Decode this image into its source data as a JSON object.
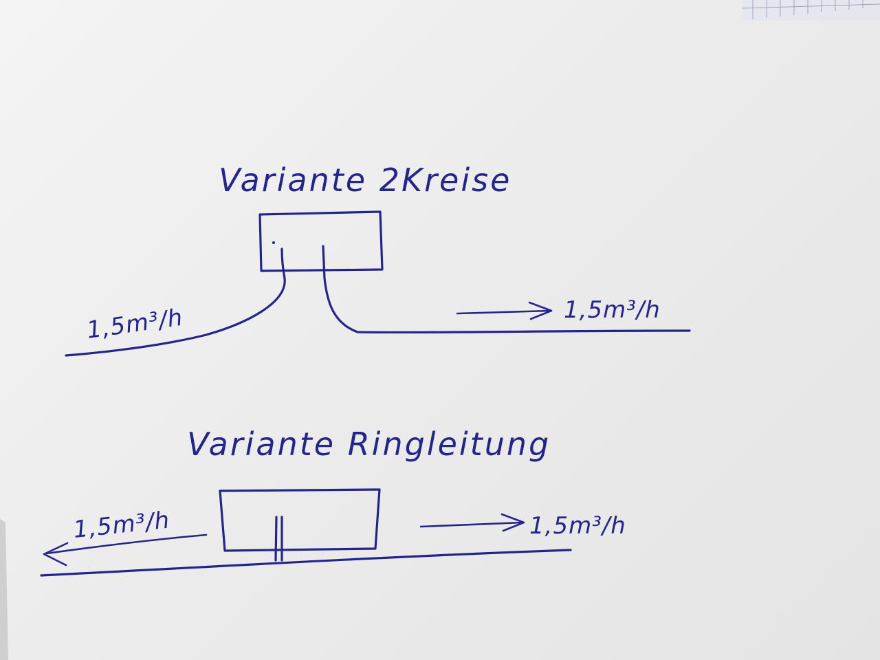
{
  "diagram": {
    "title_top": "Variante 2Kreise",
    "title_bottom": "Variante Ringleitung",
    "flow_labels": {
      "top_left": "1,5m³/h",
      "top_right": "1,5m³/h",
      "bottom_left": "1,5m³/h",
      "bottom_right": "1,5m³/h"
    }
  },
  "colors": {
    "ink": "#24248a",
    "paper": "#f1f1f1"
  }
}
